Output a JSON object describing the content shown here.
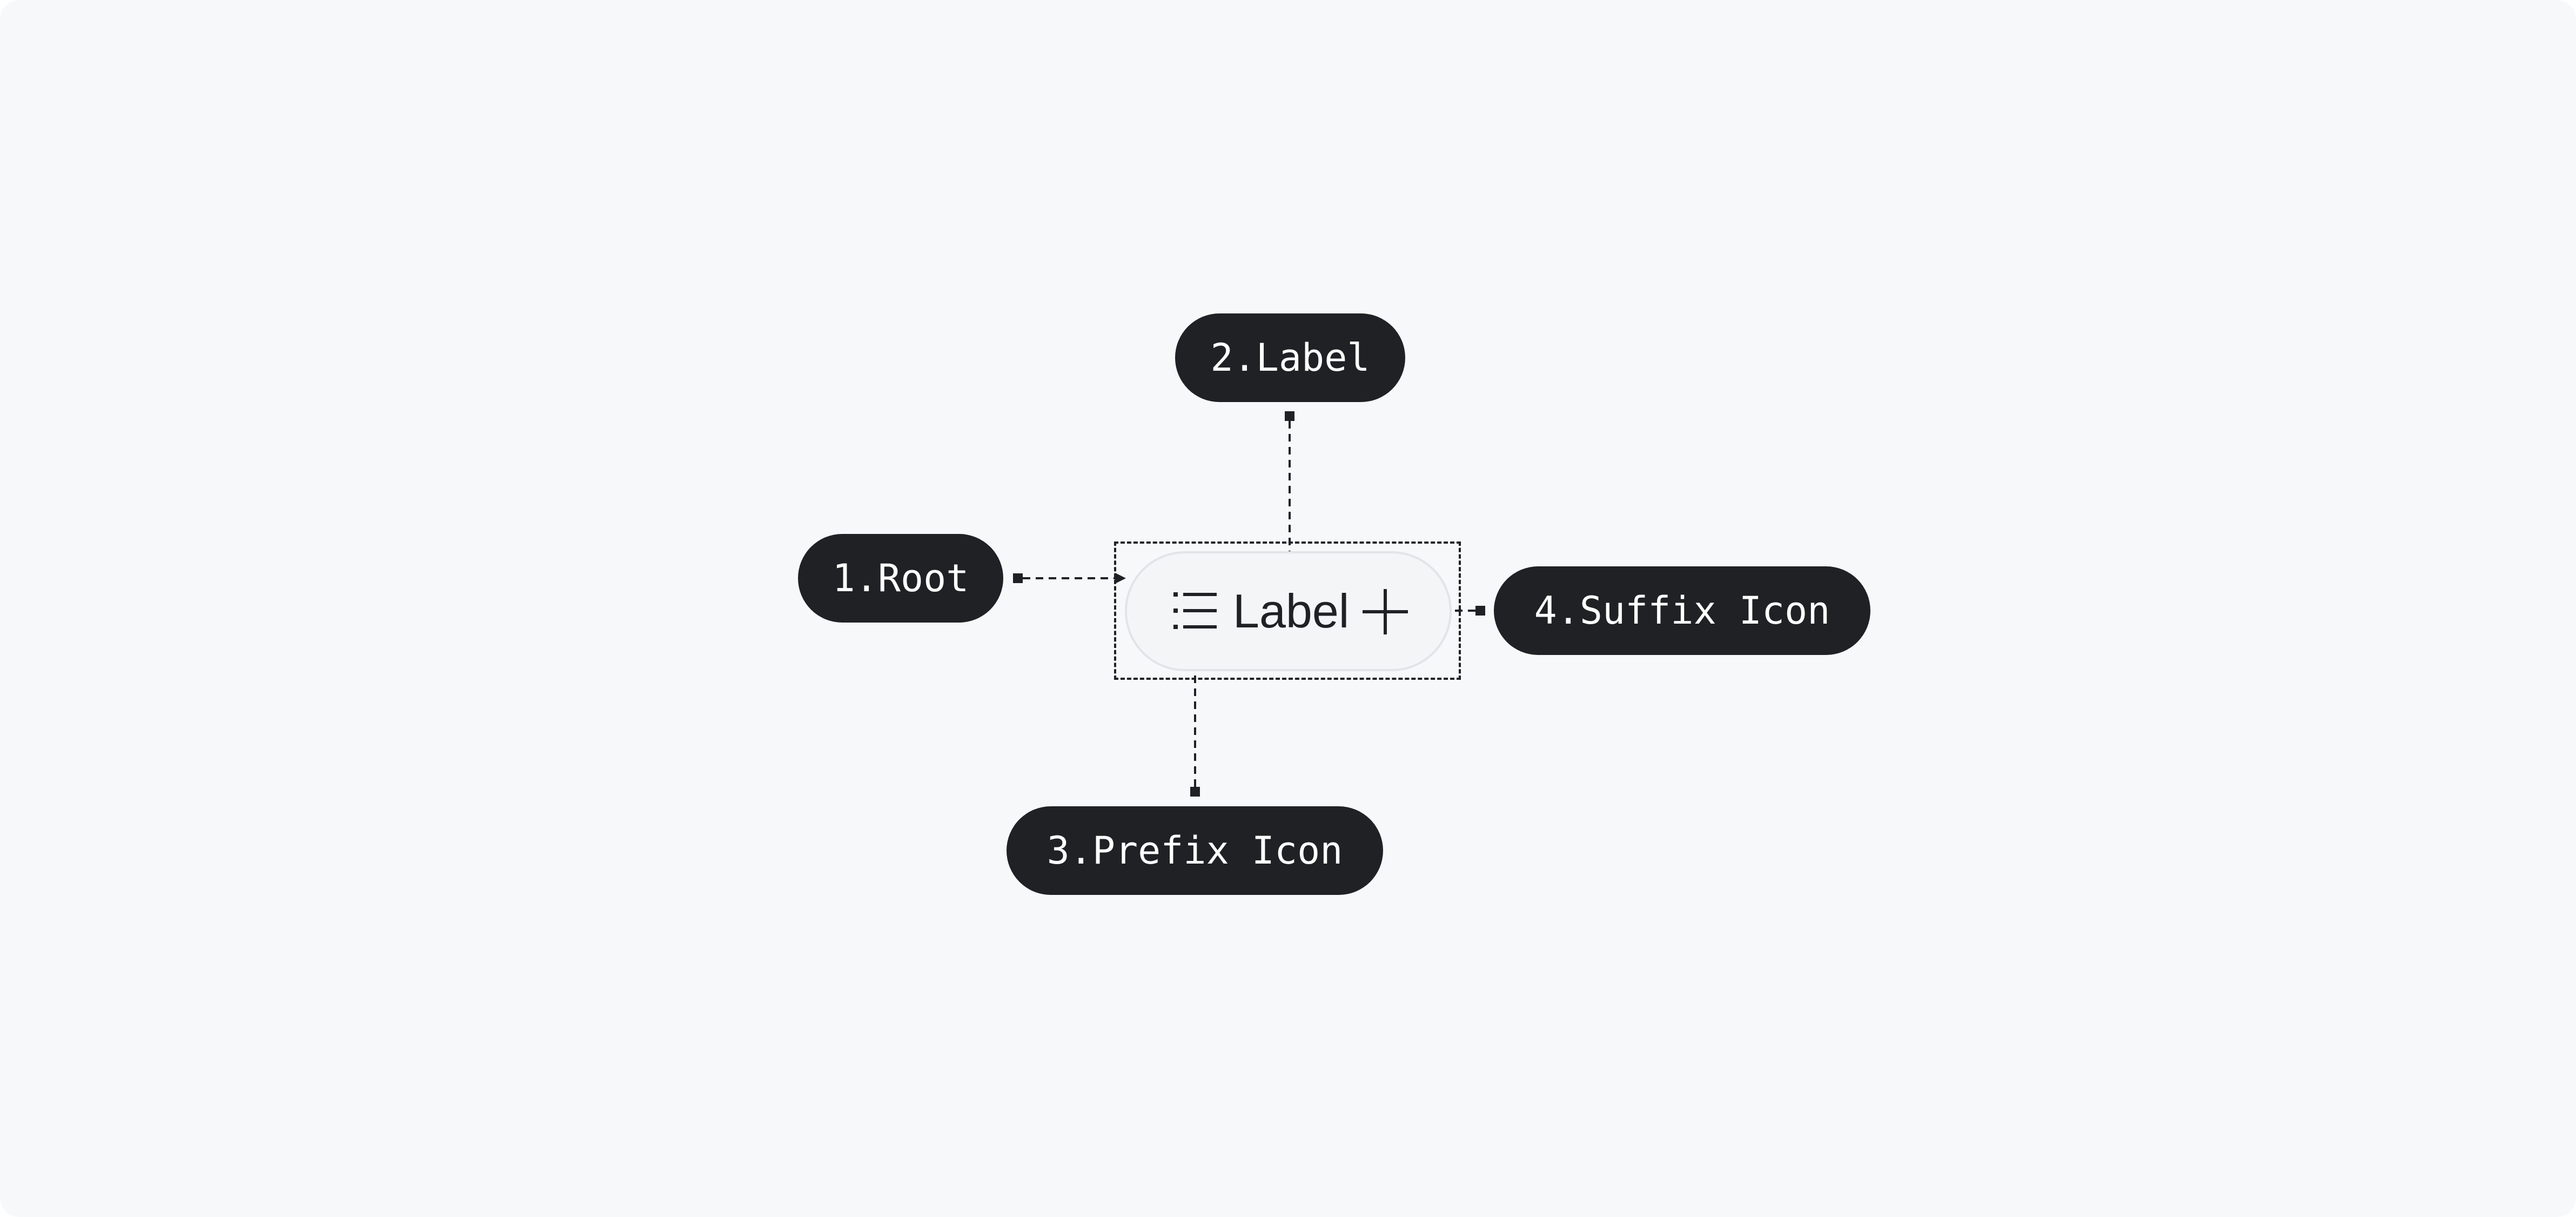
{
  "callouts": {
    "root": "1.Root",
    "label": "2.Label",
    "prefix_icon": "3.Prefix Icon",
    "suffix_icon": "4.Suffix Icon"
  },
  "chip": {
    "label": "Label",
    "prefix_icon": "list-icon",
    "suffix_icon": "plus-icon"
  },
  "colors": {
    "background": "#f7f8fa",
    "callout_fill": "#202124",
    "callout_text": "#ffffff",
    "chip_fill": "#f4f5f7",
    "chip_border": "#e3e4e8",
    "connector": "#202124"
  }
}
